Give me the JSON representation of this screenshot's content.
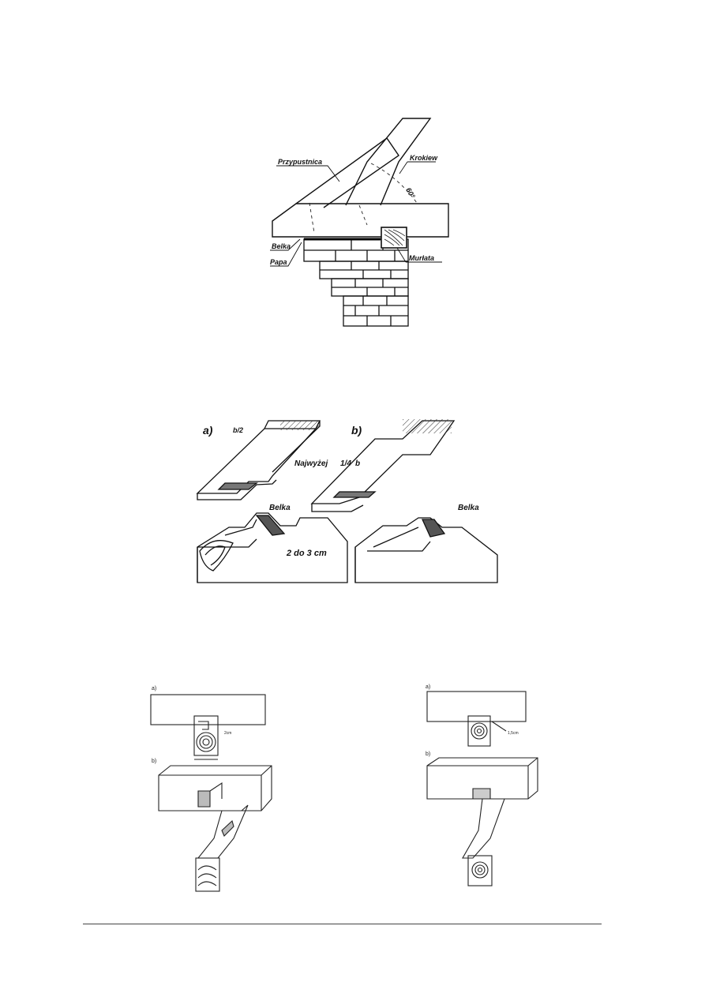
{
  "figures": {
    "rafter_joint": {
      "labels": {
        "przypustnica": "Przypustnica",
        "krokiew": "Krokiew",
        "angle": "60°",
        "belka": "Belka",
        "papa": "Papa",
        "murlata": "Murłata"
      }
    },
    "notch_variants": {
      "labels": {
        "variant_a": "a)",
        "variant_b": "b)",
        "half_b": "b/2",
        "najwyzej": "Najwyżej",
        "fraction": "1/4",
        "b": "b",
        "belka_a": "Belka",
        "belka_b": "Belka",
        "depth": "2 do 3 cm"
      }
    },
    "joint_left": {
      "labels": {
        "a": "a)",
        "b": "b)",
        "dim": "2cm"
      }
    },
    "joint_right": {
      "labels": {
        "a": "a)",
        "b": "b)",
        "dim": "1,5cm"
      }
    }
  }
}
